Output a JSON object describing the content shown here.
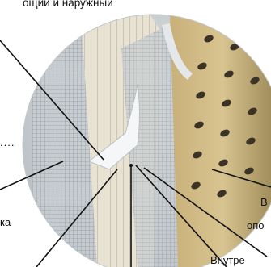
{
  "labels": {
    "top": "ощий и наружный",
    "dots": "....",
    "left_bottom": "ка",
    "right_upper": "В",
    "right_middle": "опо",
    "right_bottom": "Внутре"
  }
}
